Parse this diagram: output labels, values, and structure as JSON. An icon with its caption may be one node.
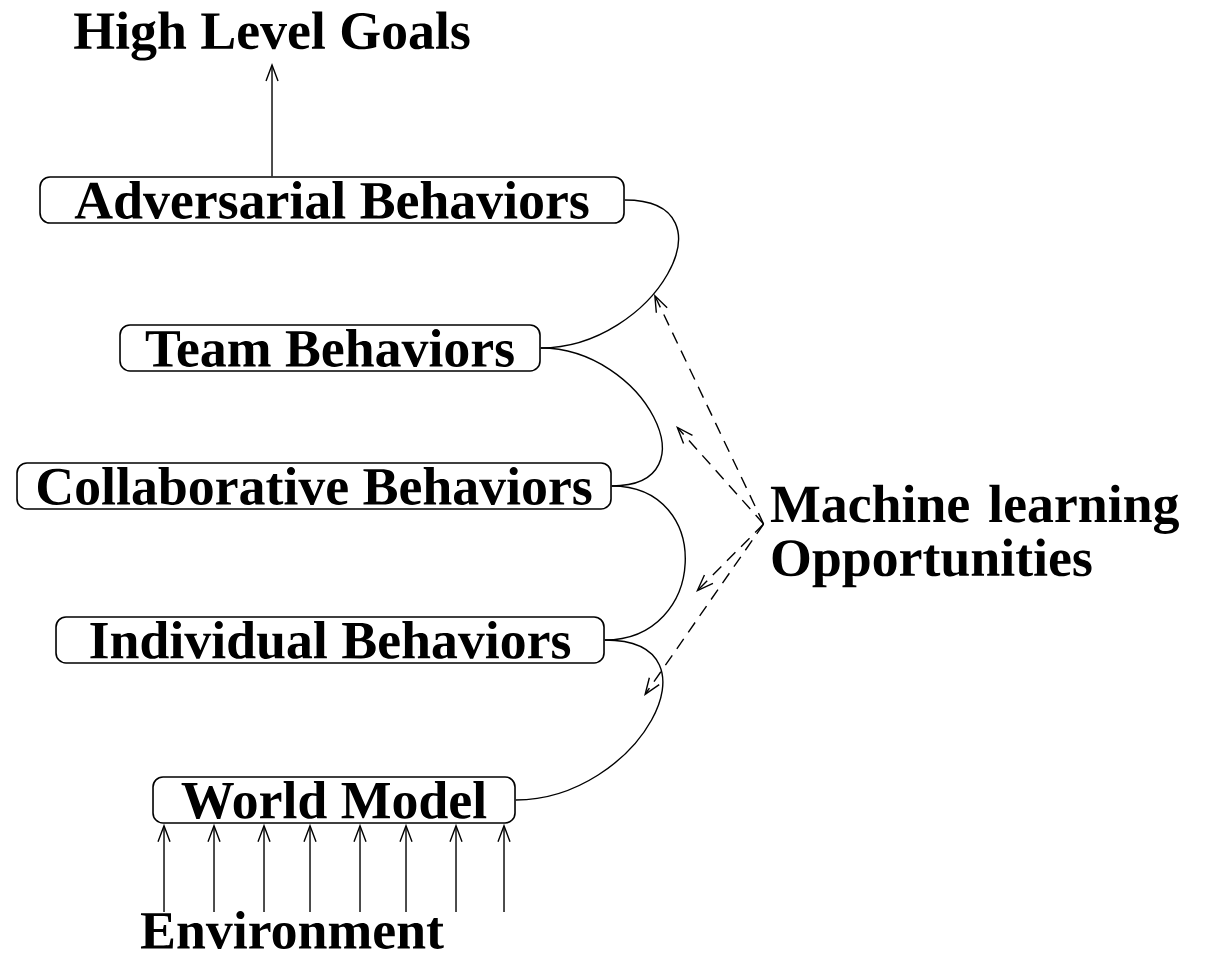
{
  "diagram": {
    "nodes": [
      {
        "text": [
          "High Level Goals"
        ]
      },
      {
        "text": [
          "Adversarial Behaviors"
        ]
      },
      {
        "text": [
          "Team Behaviors"
        ]
      },
      {
        "text": [
          "Collaborative Behaviors"
        ]
      },
      {
        "text": [
          "Individual Behaviors"
        ]
      },
      {
        "text": [
          "World Model"
        ]
      },
      {
        "text": [
          "Environment"
        ]
      },
      {
        "text": [
          "Machine learning Opportunities"
        ]
      }
    ],
    "edges": [
      {
        "from": 1,
        "to": 0,
        "arrow": "to"
      },
      {
        "from": 5,
        "to": 4,
        "arrow": "none"
      },
      {
        "from": 4,
        "to": 3,
        "arrow": "none"
      },
      {
        "from": 3,
        "to": 2,
        "arrow": "none"
      },
      {
        "from": 2,
        "to": 1,
        "arrow": "none"
      },
      {
        "from": 7,
        "to": null,
        "arrow": "to",
        "style": "dashed"
      },
      {
        "from": 7,
        "to": null,
        "arrow": "to",
        "style": "dashed"
      },
      {
        "from": 7,
        "to": null,
        "arrow": "to",
        "style": "dashed"
      },
      {
        "from": 7,
        "to": null,
        "arrow": "to",
        "style": "dashed"
      },
      {
        "from": 6,
        "to": 5,
        "arrow": "to"
      },
      {
        "from": 6,
        "to": 5,
        "arrow": "to"
      },
      {
        "from": 6,
        "to": 5,
        "arrow": "to"
      },
      {
        "from": 6,
        "to": 5,
        "arrow": "to"
      },
      {
        "from": 6,
        "to": 5,
        "arrow": "to"
      },
      {
        "from": 6,
        "to": 5,
        "arrow": "to"
      },
      {
        "from": 6,
        "to": 5,
        "arrow": "to"
      },
      {
        "from": 6,
        "to": 5,
        "arrow": "to"
      }
    ]
  }
}
